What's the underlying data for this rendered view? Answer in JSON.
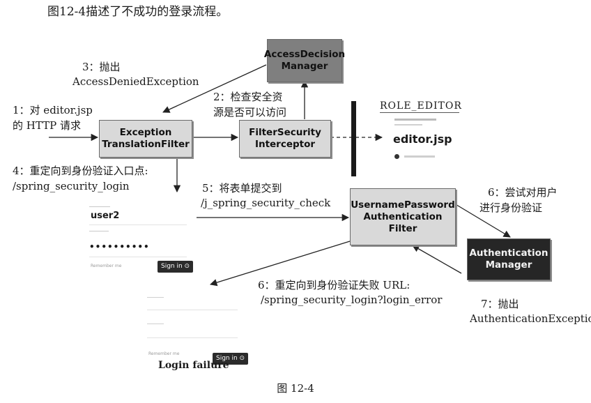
{
  "intro": "图12-4描述了不成功的登录流程。",
  "boxes": {
    "access_decision": "AccessDecision\nManager",
    "exception_filter": "Exception\nTranslationFilter",
    "filter_security": "FilterSecurity\nInterceptor",
    "username_password": "UsernamePassword\nAuthentication\nFilter",
    "auth_manager": "Authentication\nManager"
  },
  "steps": {
    "s1_line1": "1：对 editor.jsp",
    "s1_line2": "的 HTTP 请求",
    "s2_line1": "2：检查安全资",
    "s2_line2": "源是否可以访问",
    "s3_line1": "3：抛出",
    "s3_line2": "AccessDeniedException",
    "s4_line1": "4：重定向到身份验证入口点:",
    "s4_line2": "/spring_security_login",
    "s5_line1": "5：将表单提交到",
    "s5_line2": "/j_spring_security_check",
    "s6a_line1": "6：尝试对用户",
    "s6a_line2": "进行身份验证",
    "s6b_line1": "6：重定向到身份验证失败 URL:",
    "s6b_line2": "/spring_security_login?login_error",
    "s7_line1": "7：抛出",
    "s7_line2": "AuthenticationException"
  },
  "role_panel": {
    "title": "ROLE_EDITOR",
    "page_name": "editor.jsp"
  },
  "login_form": {
    "username_value": "user2",
    "password_value": "••••••••••",
    "remember_label": "Remember me",
    "sign_in": "Sign in ⊙"
  },
  "failure_form": {
    "remember_label": "Remember me",
    "sign_in": "Sign in ⊙",
    "failure_label": "Login failure"
  },
  "caption": "图 12-4"
}
